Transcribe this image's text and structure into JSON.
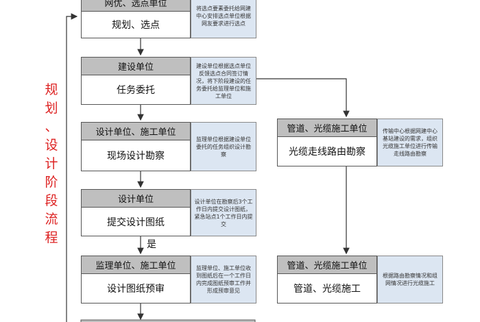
{
  "side_label": [
    "规",
    "划",
    "、",
    "设",
    "计",
    "阶",
    "段",
    "流",
    "程"
  ],
  "yes_label": "是",
  "steps": [
    {
      "head": "网优、选点单位",
      "body": "规划、选点",
      "note": "将选点要素委托给网建中心安排选点单位根据网友要求进行选点"
    },
    {
      "head": "建设单位",
      "body": "任务委托",
      "note": "建设单位根据选点单位反馈选点合同签订情况，将下阶段建设的任务委托给监理单位和施工单位"
    },
    {
      "head": "设计单位、施工单位",
      "body": "现场设计勘察",
      "note": "监理单位根据建设单位委托的任务组织设计勘察"
    },
    {
      "head": "设计单位",
      "body": "提交设计图纸",
      "note": "设计单位在勘察后3个工作日内提交设计图纸，紧急站点1个工作日内提交"
    },
    {
      "head": "监理单位、施工单位",
      "body": "设计图纸预审",
      "note": "监理单位、施工单位收到图纸后在一个工作日内完成图纸预审工作并形成预审意见"
    }
  ],
  "right_steps": [
    {
      "head": "管道、光缆施工单位",
      "body": "光缆走线路由勘察",
      "note": "传输中心根据网建中心基站建设的需求，组织光缆施工单位进行传输走线路由勘察"
    },
    {
      "head": "管道、光缆施工单位",
      "body": "管道、光缆施工",
      "note": "根据路由勘察情况和组网情况进行光缆施工"
    }
  ]
}
